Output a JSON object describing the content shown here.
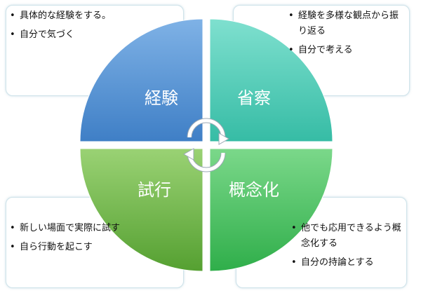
{
  "quadrants": {
    "top_left": {
      "label": "経験",
      "color": "#5b97d6"
    },
    "top_right": {
      "label": "省察",
      "color": "#4fcfb9"
    },
    "bottom_left": {
      "label": "試行",
      "color": "#6fb548"
    },
    "bottom_right": {
      "label": "概念化",
      "color": "#45c061"
    }
  },
  "notes": {
    "top_left": [
      "具体的な経験をする。",
      "自分で気づく"
    ],
    "top_right": [
      "経験を多様な観点から振り返る",
      "自分で考える"
    ],
    "bottom_left": [
      "新しい場面で実際に試す",
      "自ら行動を起こす"
    ],
    "bottom_right": [
      "他でも応用できるよう概念化する",
      "自分の持論とする"
    ]
  },
  "cycle_icon": "circular-arrows-icon"
}
